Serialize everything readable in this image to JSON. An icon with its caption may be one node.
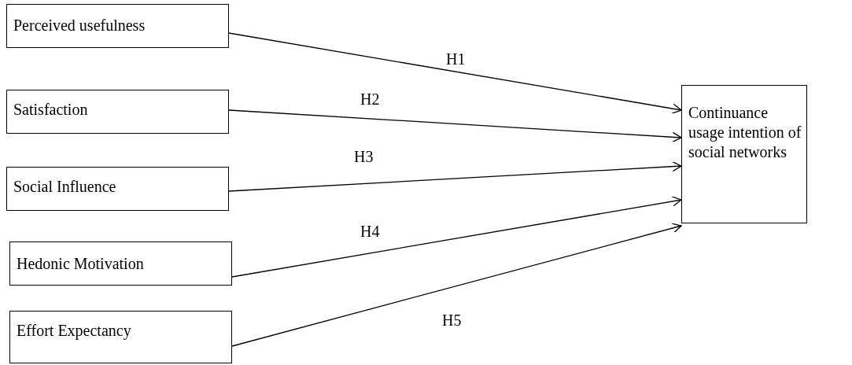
{
  "diagram": {
    "nodes": [
      {
        "text": [
          "Perceived usefulness"
        ]
      },
      {
        "text": [
          "Satisfaction"
        ]
      },
      {
        "text": [
          "Social Influence"
        ]
      },
      {
        "text": [
          "Hedonic Motivation"
        ]
      },
      {
        "text": [
          "Effort Expectancy"
        ]
      },
      {
        "text": [
          "Continuance usage intention of social networks"
        ]
      }
    ],
    "edges": [
      {
        "from": 0,
        "to": 5,
        "arrow": "to",
        "label": "H1"
      },
      {
        "from": 1,
        "to": 5,
        "arrow": "to",
        "label": "H2"
      },
      {
        "from": 2,
        "to": 5,
        "arrow": "to",
        "label": "H3"
      },
      {
        "from": 3,
        "to": 5,
        "arrow": "to",
        "label": "H4"
      },
      {
        "from": 4,
        "to": 5,
        "arrow": "to",
        "label": "H5"
      }
    ]
  }
}
